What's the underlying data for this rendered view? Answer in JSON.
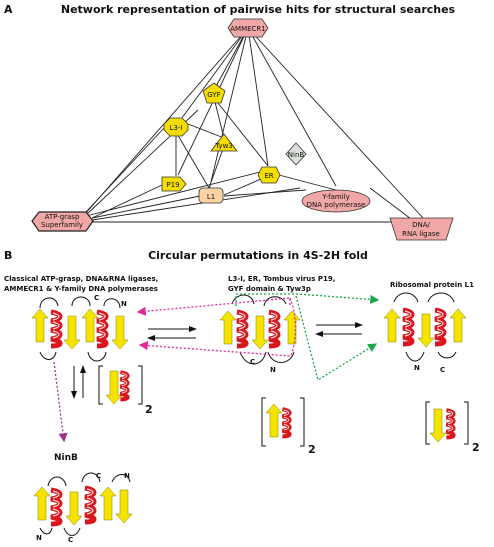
{
  "panel_a": {
    "letter": "A",
    "title": "Network representation of pairwise hits for structural searches",
    "nodes": {
      "ammecr1": "AMMECR1",
      "gyf": "GYF",
      "l3i": "L3-I",
      "tyw3": "Tyw3",
      "ninb": "NinB",
      "er": "ER",
      "p19": "P19",
      "l1": "L1",
      "yfam_1": "Y-family",
      "yfam_2": "DNA polymerase",
      "atp_1": "ATP-grasp",
      "atp_2": "Superfamily",
      "dna_1": "DNA/",
      "dna_2": "RNA ligase"
    },
    "colors": {
      "pink": "#f2a7a7",
      "yellow": "#f5dd00",
      "peach": "#fbd3a6",
      "grey": "#dde2dc"
    }
  },
  "panel_b": {
    "letter": "B",
    "title": "Circular permutations in 4S-2H fold",
    "group1_line1": "Classical ATP-grasp, DNA&RNA ligases,",
    "group1_line2": "AMMECR1 & Y-family DNA polymerases",
    "group2_line1": "L3-I, ER, Tombus virus P19,",
    "group2_line2": "GYF domain & Tyw3p",
    "group3": "Ribosomal protein L1",
    "ninb": "NinB",
    "c": "C",
    "n": "N",
    "two": "2",
    "colors": {
      "strand": "#f5e400",
      "helix": "#d8161c",
      "magenta": "#e02a9a",
      "green": "#1aa84a",
      "purple": "#a0308e"
    }
  }
}
